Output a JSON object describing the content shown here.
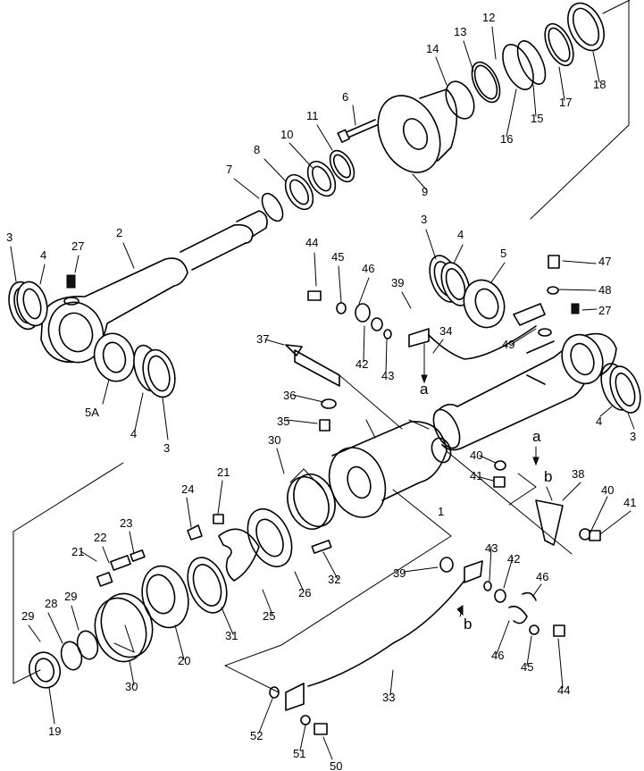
{
  "diagram": {
    "labels": {
      "p1": "1",
      "p2": "2",
      "p3a": "3",
      "p3b": "3",
      "p3c": "3",
      "p3d": "3",
      "p4a": "4",
      "p4b": "4",
      "p4c": "4",
      "p4d": "4",
      "p5": "5",
      "p5a": "5A",
      "p6": "6",
      "p7": "7",
      "p8": "8",
      "p9": "9",
      "p10": "10",
      "p11": "11",
      "p12": "12",
      "p13": "13",
      "p14": "14",
      "p15": "15",
      "p16": "16",
      "p17": "17",
      "p18": "18",
      "p19": "19",
      "p20": "20",
      "p21a": "21",
      "p21b": "21",
      "p22": "22",
      "p23": "23",
      "p24": "24",
      "p25": "25",
      "p26": "26",
      "p27a": "27",
      "p27b": "27",
      "p28": "28",
      "p29a": "29",
      "p29b": "29",
      "p30a": "30",
      "p30b": "30",
      "p31": "31",
      "p32": "32",
      "p33": "33",
      "p34": "34",
      "p35": "35",
      "p36": "36",
      "p37": "37",
      "p38": "38",
      "p39a": "39",
      "p39b": "39",
      "p40a": "40",
      "p40b": "40",
      "p41a": "41",
      "p41b": "41",
      "p42a": "42",
      "p42b": "42",
      "p43a": "43",
      "p43b": "43",
      "p44a": "44",
      "p44b": "44",
      "p45a": "45",
      "p45b": "45",
      "p46a": "46",
      "p46b": "46",
      "p46c": "46",
      "p47": "47",
      "p48": "48",
      "p49": "49",
      "p50": "50",
      "p51": "51",
      "p52": "52",
      "ra1": "a",
      "ra2": "a",
      "rb1": "b",
      "rb2": "b"
    }
  }
}
